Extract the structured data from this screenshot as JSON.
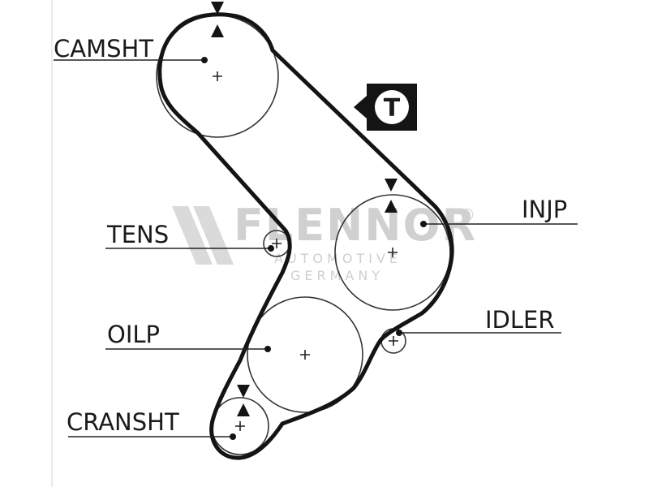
{
  "diagram": {
    "labels": {
      "camshaft": "CAMSHT",
      "tensioner": "TENS",
      "oil_pump": "OILP",
      "crankshaft": "CRANSHT",
      "injection_pump": "INJP",
      "idler": "IDLER"
    },
    "tension_badge": "T"
  },
  "watermark": {
    "brand": "FLENNOR",
    "registered": "®",
    "line1": "AUTOMOTIVE",
    "line2": "GERMANY"
  }
}
